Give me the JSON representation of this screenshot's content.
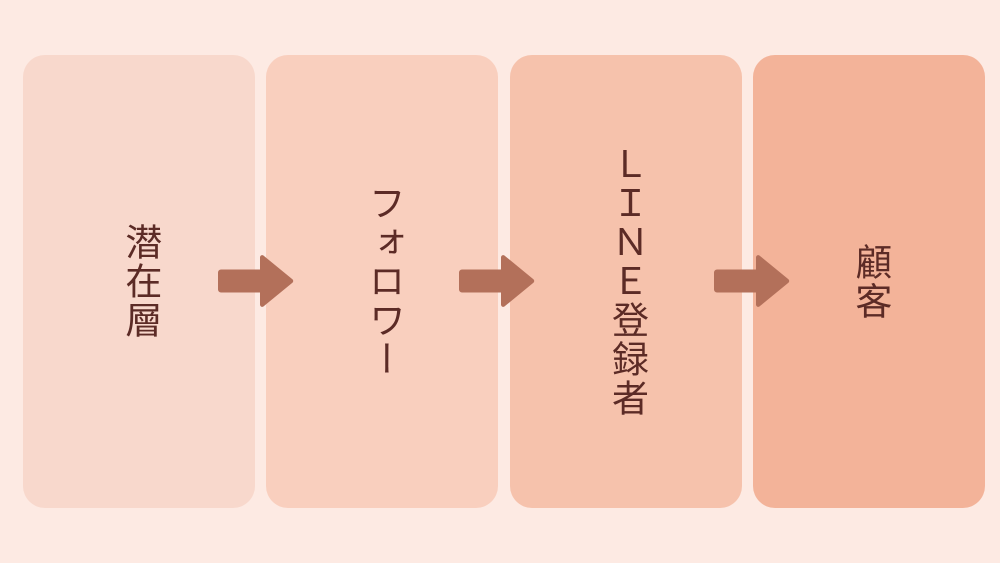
{
  "diagram": {
    "type": "funnel-flow",
    "background_color": "#fdeae3",
    "arrow_color": "#b3705a",
    "text_color": "#5c2b26",
    "stages": [
      {
        "id": "stage-1",
        "label": "潜在層",
        "order": 1,
        "fill_color": "#f8d8cc"
      },
      {
        "id": "stage-2",
        "label": "フォロワー",
        "order": 2,
        "fill_color": "#f9cfbe"
      },
      {
        "id": "stage-3",
        "label": "ＬＩＮＥ登録者",
        "order": 3,
        "fill_color": "#f6c2ac"
      },
      {
        "id": "stage-4",
        "label": "顧客",
        "order": 4,
        "fill_color": "#f3b399"
      }
    ],
    "connectors": [
      {
        "id": "arrow-1",
        "icon": "arrow-right-icon",
        "from": "潜在層",
        "to": "フォロワー"
      },
      {
        "id": "arrow-2",
        "icon": "arrow-right-icon",
        "from": "フォロワー",
        "to": "ＬＩＮＥ登録者"
      },
      {
        "id": "arrow-3",
        "icon": "arrow-right-icon",
        "from": "ＬＩＮＥ登録者",
        "to": "顧客"
      }
    ]
  }
}
